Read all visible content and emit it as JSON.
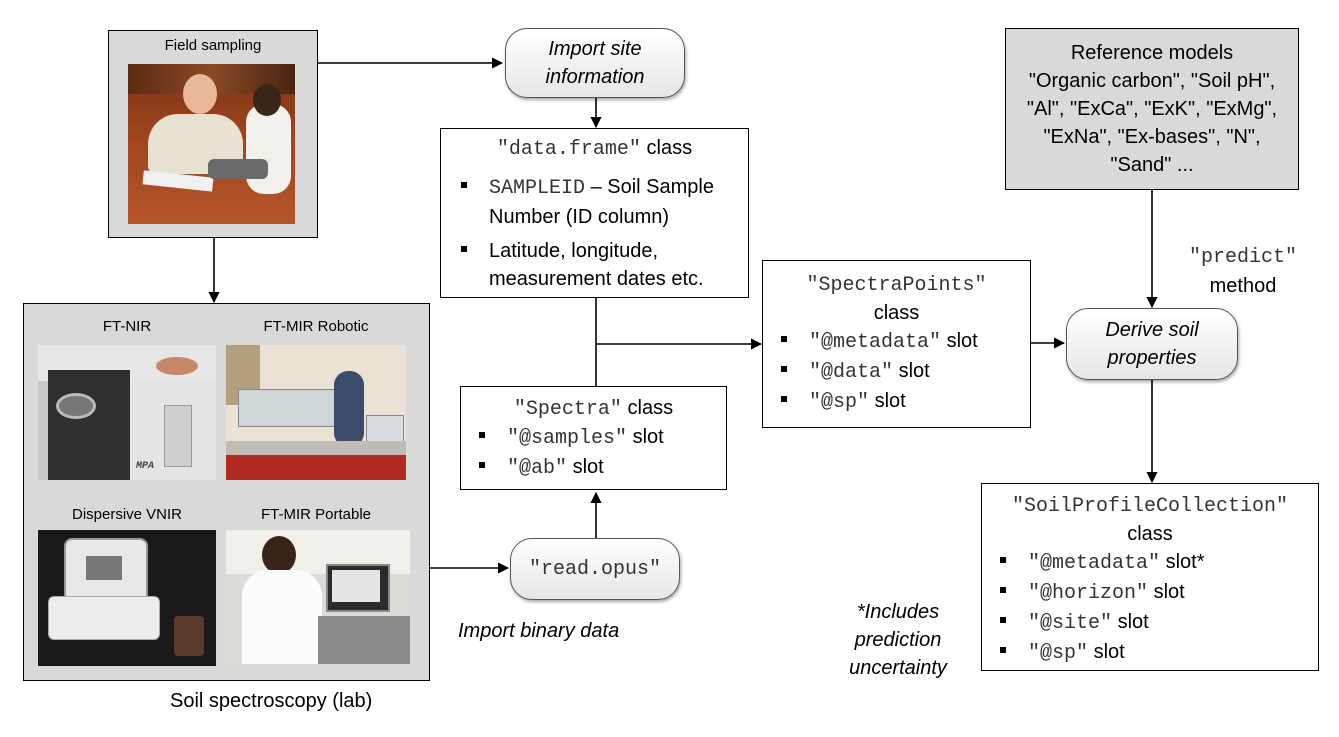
{
  "field": {
    "caption": "Field sampling"
  },
  "lab": {
    "caption": "Soil spectroscopy (lab)",
    "instruments": [
      {
        "label": "FT-NIR"
      },
      {
        "label": "FT-MIR Robotic"
      },
      {
        "label": "Dispersive VNIR"
      },
      {
        "label": "FT-MIR Portable"
      }
    ],
    "device_brand": "MPA"
  },
  "import_site": {
    "label": "Import site information"
  },
  "dataframe": {
    "class_code": "\"data.frame\"",
    "class_word": "class",
    "items": [
      {
        "code": "SAMPLEID",
        "text": " – Soil Sample Number (ID column)"
      },
      {
        "code": "",
        "text": "Latitude, longitude, measurement dates etc."
      }
    ]
  },
  "spectra": {
    "class_code": "\"Spectra\"",
    "class_word": "class",
    "slots": [
      {
        "code": "\"@samples\"",
        "text": " slot"
      },
      {
        "code": "\"@ab\"",
        "text": " slot"
      }
    ]
  },
  "read_opus": {
    "label": "\"read.opus\""
  },
  "import_binary": {
    "label": "Import binary data"
  },
  "spectrapoints": {
    "class_code": "\"SpectraPoints\"",
    "class_word": "class",
    "slots": [
      {
        "code": "\"@metadata\"",
        "text": " slot"
      },
      {
        "code": "\"@data\"",
        "text": " slot"
      },
      {
        "code": "\"@sp\"",
        "text": " slot"
      }
    ]
  },
  "reference": {
    "title": "Reference models",
    "body": "\"Organic carbon\", \"Soil pH\", \"Al\", \"ExCa\", \"ExK\", \"ExMg\", \"ExNa\", \"Ex-bases\", \"N\", \"Sand\" ..."
  },
  "predict": {
    "code": "\"predict\"",
    "word": "method"
  },
  "derive": {
    "label": "Derive soil properties"
  },
  "spc": {
    "class_code": "\"SoilProfileCollection\"",
    "class_word": "class",
    "slots": [
      {
        "code": "\"@metadata\"",
        "text": " slot*"
      },
      {
        "code": "\"@horizon\"",
        "text": " slot"
      },
      {
        "code": "\"@site\"",
        "text": " slot"
      },
      {
        "code": "\"@sp\"",
        "text": " slot"
      }
    ]
  },
  "footnote": {
    "text": "*Includes prediction uncertainty"
  },
  "colors": {
    "gray_fill": "#d9d9d9",
    "soil_red": "#8c3b1c",
    "lab_wall": "#f1ebe2"
  }
}
